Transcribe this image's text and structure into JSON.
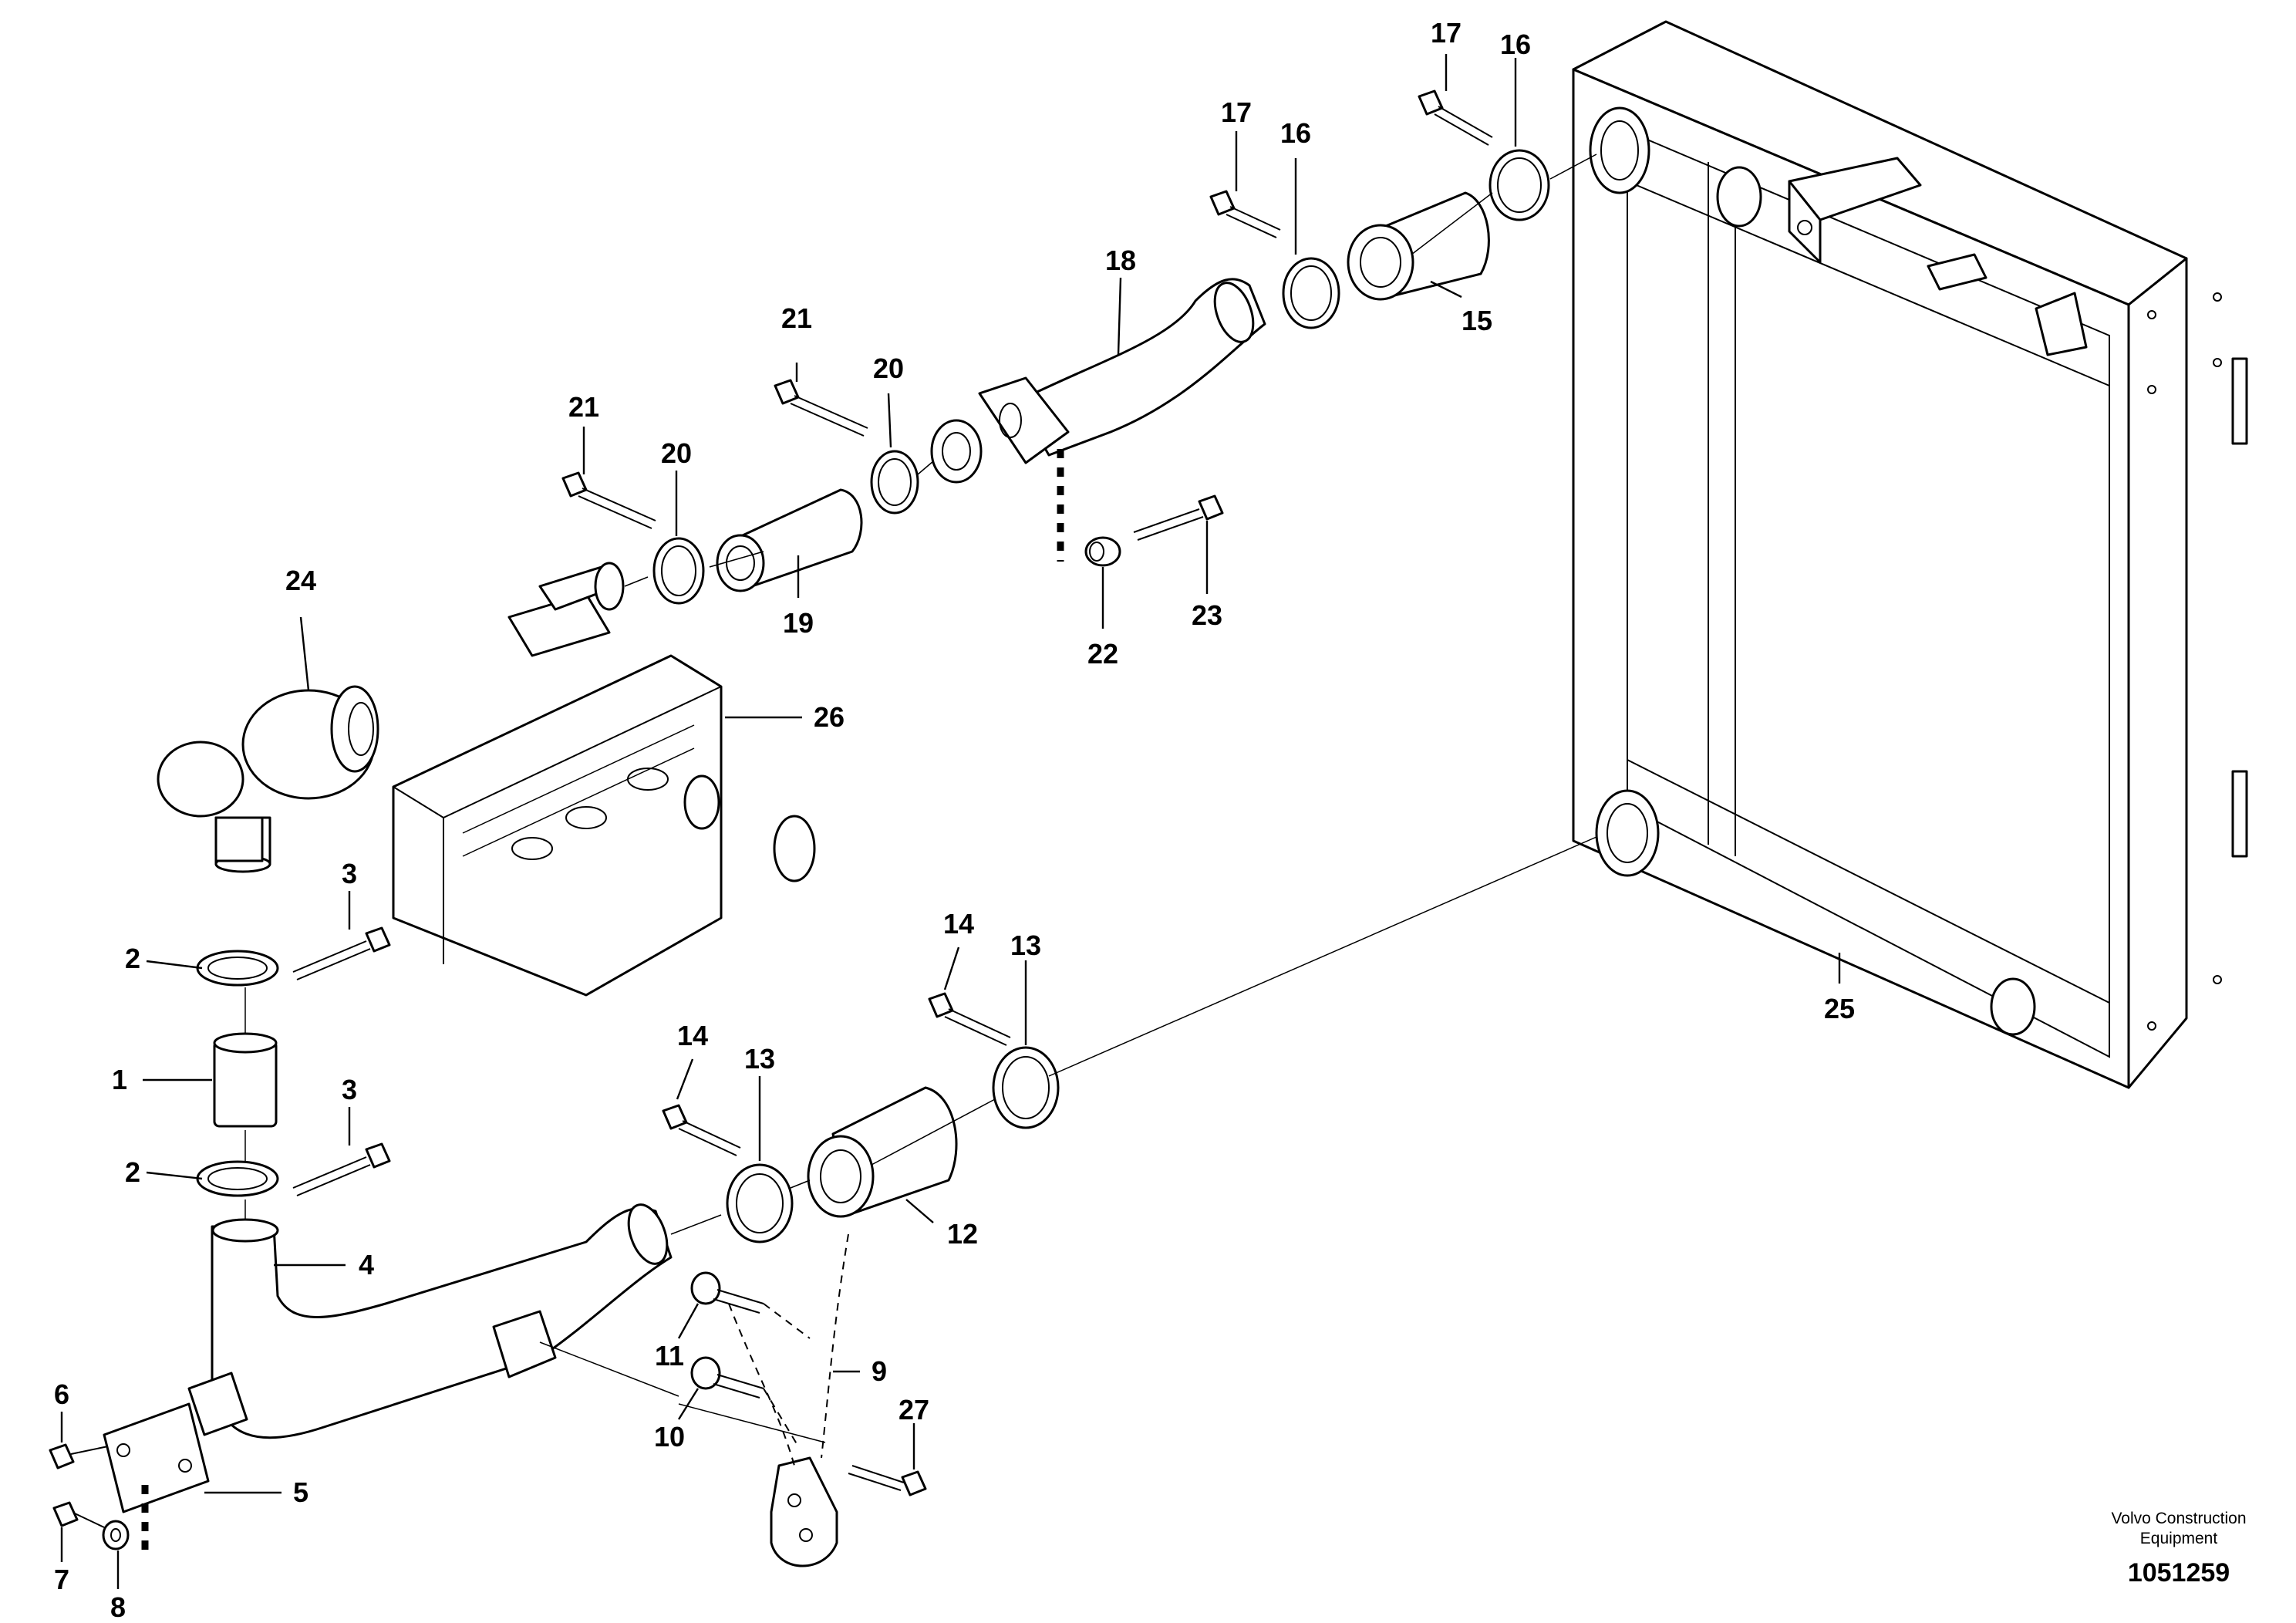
{
  "callouts": {
    "c1": "1",
    "c2a": "2",
    "c2b": "2",
    "c3a": "3",
    "c3b": "3",
    "c4": "4",
    "c5": "5",
    "c6": "6",
    "c7": "7",
    "c8": "8",
    "c9": "9",
    "c10": "10",
    "c11": "11",
    "c12": "12",
    "c13a": "13",
    "c13b": "13",
    "c14a": "14",
    "c14b": "14",
    "c15": "15",
    "c16a": "16",
    "c16b": "16",
    "c17a": "17",
    "c17b": "17",
    "c18": "18",
    "c19": "19",
    "c20a": "20",
    "c20b": "20",
    "c21a": "21",
    "c21b": "21",
    "c22": "22",
    "c23": "23",
    "c24": "24",
    "c25": "25",
    "c26": "26",
    "c27": "27"
  },
  "footer": {
    "brand_line1": "Volvo Construction",
    "brand_line2": "Equipment",
    "drawing_number": "1051259"
  }
}
